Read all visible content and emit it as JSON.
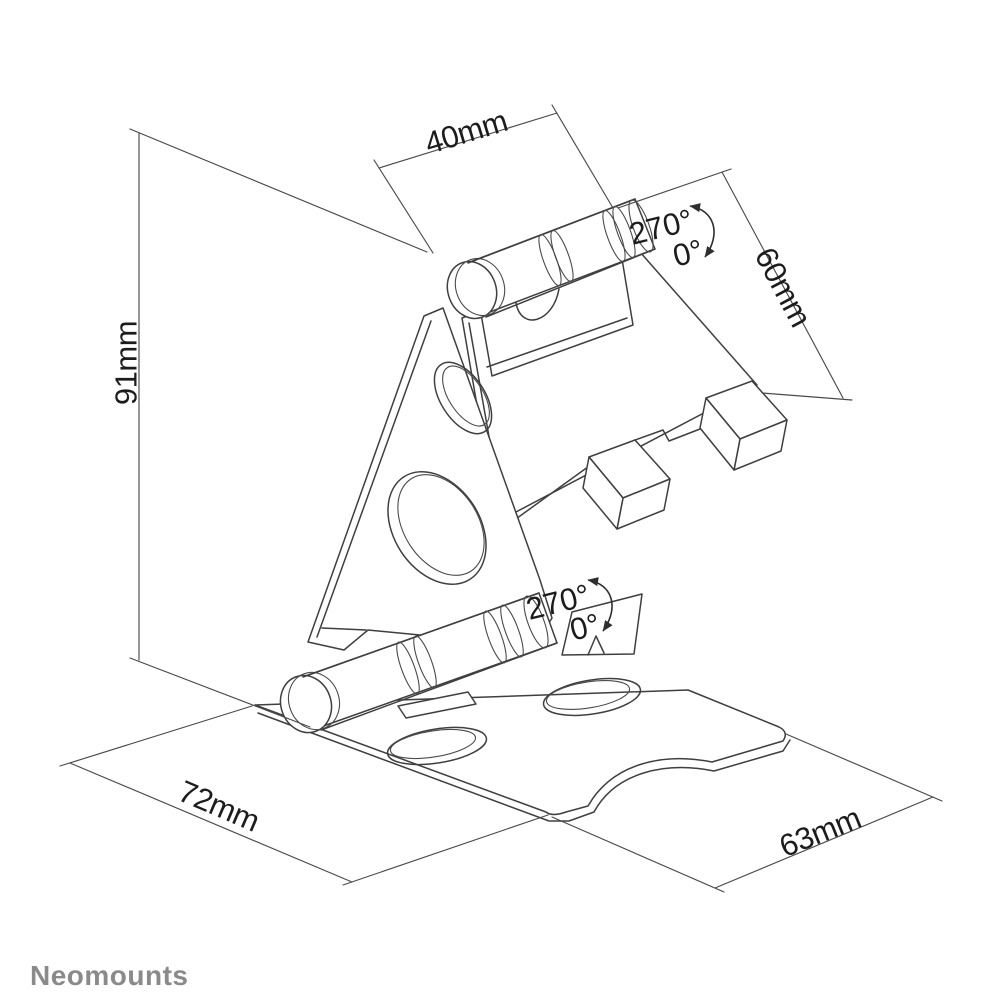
{
  "meta": {
    "background": "#ffffff",
    "line_color": "#3f3f3f",
    "dim_line_color": "#4a4a4a",
    "text_color": "#1c1c1c",
    "logo_color": "#8a8a8a"
  },
  "drawing": {
    "type": "technical-illustration",
    "subject": "foldable phone stand, isometric line drawing with dimensions",
    "dimensions": {
      "hinge_width": "40mm",
      "support_length": "60mm",
      "height": "91mm",
      "base_depth": "72mm",
      "base_width": "63mm"
    },
    "angles": {
      "top_hinge": {
        "max": "270°",
        "min": "0°"
      },
      "bottom_hinge": {
        "max": "270°",
        "min": "0°"
      }
    },
    "brand": "Neomounts"
  }
}
